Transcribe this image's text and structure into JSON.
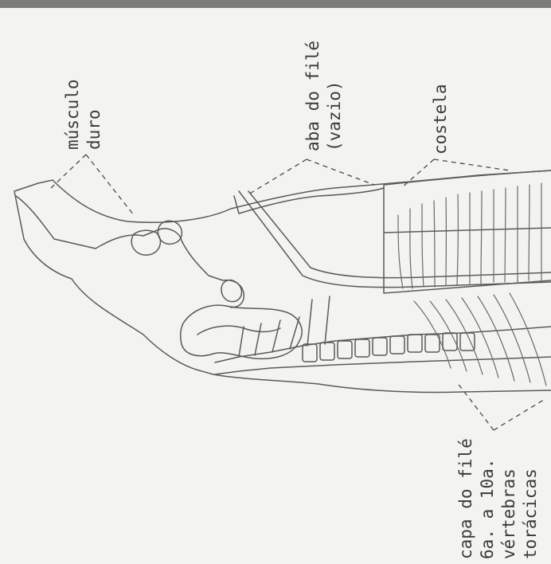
{
  "labels": {
    "musculo_duro": [
      "músculo",
      "duro"
    ],
    "aba_do_file": [
      "aba do filé",
      "(vazio)"
    ],
    "costela": "costela",
    "capa_do_file": [
      "capa do filé",
      "6a. a 10a.",
      "vértebras",
      "torácicas"
    ]
  },
  "colors": {
    "ink": "#3a3a3a",
    "paper": "#f3f3ef",
    "band": "#7c7c78"
  }
}
